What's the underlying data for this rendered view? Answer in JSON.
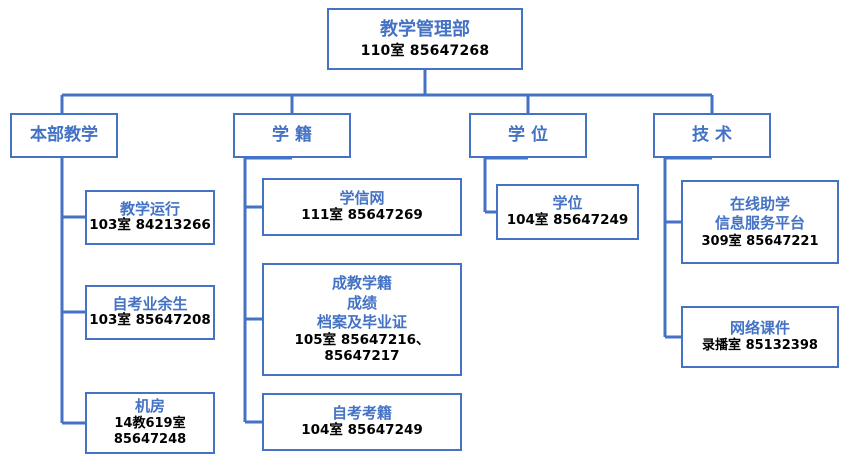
{
  "chart_data": {
    "type": "diagram",
    "subtype": "org-chart",
    "title": "教学管理部",
    "colors": {
      "border": "#4472c4",
      "title_text": "#4472c4",
      "detail_text": "#000000",
      "connector": "#4472c4",
      "background": "#ffffff"
    },
    "root": {
      "title": "教学管理部",
      "details": [
        "110室  85647268"
      ]
    },
    "branches": [
      {
        "title": "本部教学",
        "children": [
          {
            "title": "教学运行",
            "details": [
              "103室 84213266"
            ]
          },
          {
            "title": "自考业余生",
            "details": [
              "103室 85647208"
            ]
          },
          {
            "title": "机房",
            "details": [
              "14教619室",
              "85647248"
            ]
          }
        ]
      },
      {
        "title": "学 籍",
        "children": [
          {
            "title": "学信网",
            "details": [
              "111室  85647269"
            ]
          },
          {
            "title": "成教学籍",
            "extra_titles": [
              "成绩",
              "档案及毕业证"
            ],
            "details": [
              "105室 85647216、85647217"
            ]
          },
          {
            "title": "自考考籍",
            "details": [
              "104室  85647249"
            ]
          }
        ]
      },
      {
        "title": "学 位",
        "children": [
          {
            "title": "学位",
            "details": [
              "104室  85647249"
            ]
          }
        ]
      },
      {
        "title": "技 术",
        "children": [
          {
            "title": "在线助学",
            "extra_titles": [
              "信息服务平台"
            ],
            "details": [
              "309室  85647221"
            ]
          },
          {
            "title": "网络课件",
            "details": [
              "录播室  85132398"
            ]
          }
        ]
      }
    ]
  }
}
